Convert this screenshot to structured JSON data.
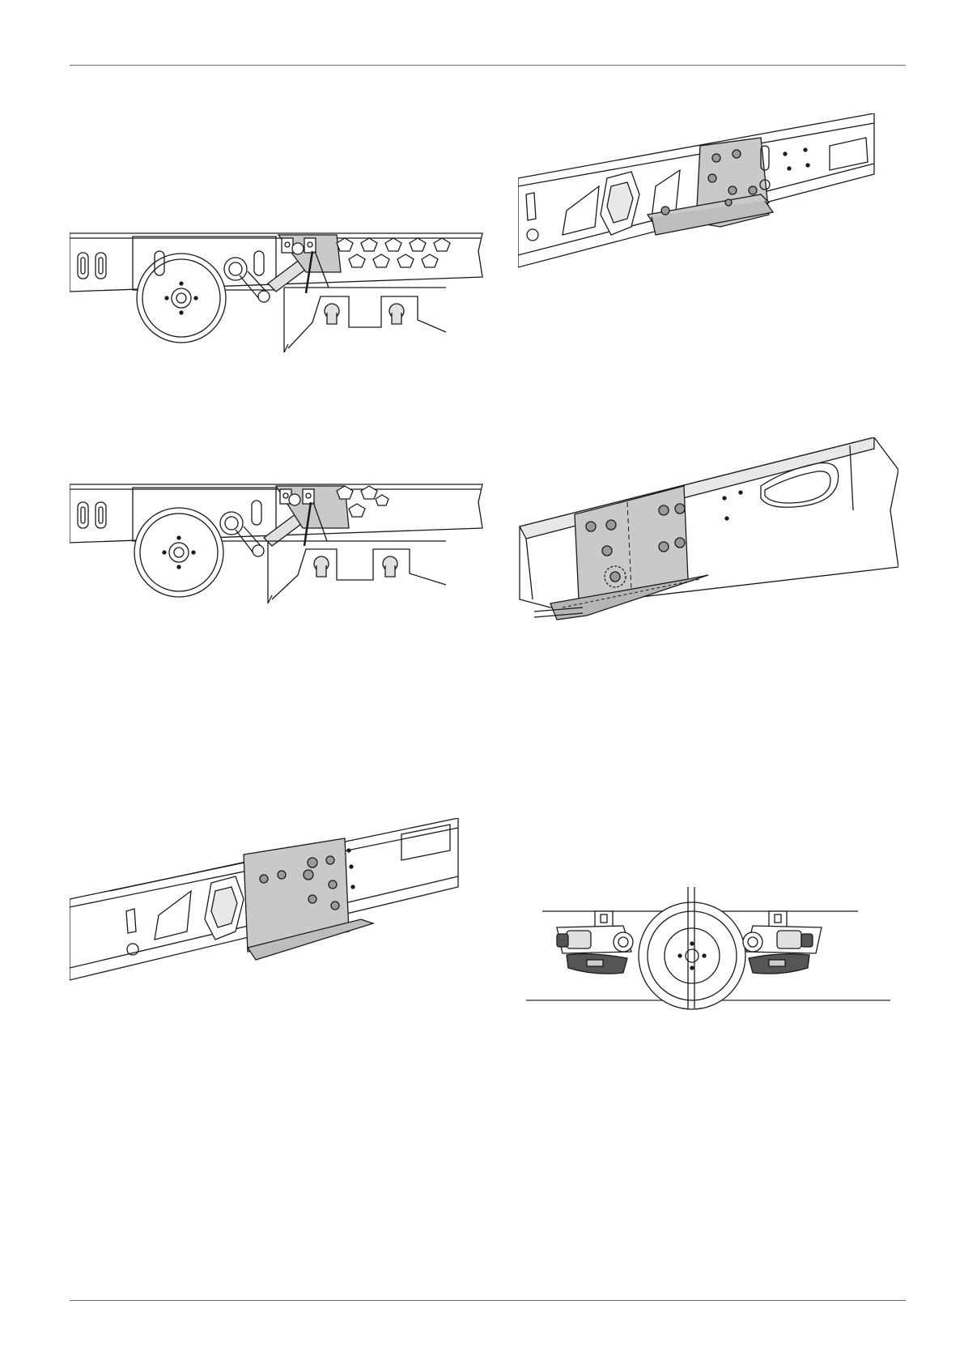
{
  "page": {
    "header_rule": true,
    "footer_rule": true
  },
  "figures": [
    {
      "id": "fig-1",
      "depicts": "chassis-frame-with-wheel-and-bracket-detail"
    },
    {
      "id": "fig-2",
      "depicts": "chassis-frame-with-wheel-and-bracket-detail-variant"
    },
    {
      "id": "fig-3",
      "depicts": "frame-rail-with-mounting-bracket-perspective"
    },
    {
      "id": "fig-4",
      "depicts": "frame-rail-with-bracket-plate-closeup"
    },
    {
      "id": "fig-5",
      "depicts": "frame-rail-with-bracket-perspective-rear"
    },
    {
      "id": "fig-6",
      "depicts": "mover-units-either-side-of-wheel-front-view"
    }
  ],
  "colors": {
    "line": "#1a1a1a",
    "bracket_fill": "#c9c9c9",
    "rule": "#6b6b6b",
    "ground": "#7a7a7a"
  }
}
